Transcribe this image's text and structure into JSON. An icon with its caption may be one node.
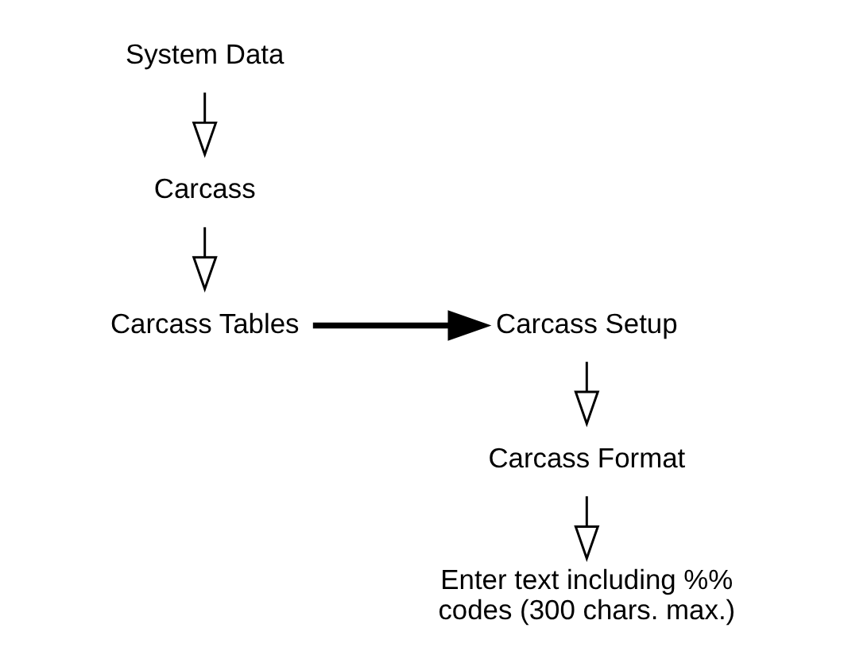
{
  "diagram": {
    "nodes": [
      {
        "text": [
          "System Data"
        ]
      },
      {
        "text": [
          "Carcass"
        ]
      },
      {
        "text": [
          "Carcass Tables"
        ]
      },
      {
        "text": [
          "Carcass Setup"
        ]
      },
      {
        "text": [
          "Carcass Format"
        ]
      },
      {
        "text": [
          "Enter text including %% codes (300 chars. max.)"
        ]
      }
    ],
    "edges": [
      {
        "from": 0,
        "to": 1,
        "arrow": "to"
      },
      {
        "from": 1,
        "to": 2,
        "arrow": "to"
      },
      {
        "from": 2,
        "to": 3,
        "arrow": "to",
        "style": "thick"
      },
      {
        "from": 3,
        "to": 4,
        "arrow": "to"
      },
      {
        "from": 4,
        "to": 5,
        "arrow": "to"
      }
    ]
  }
}
